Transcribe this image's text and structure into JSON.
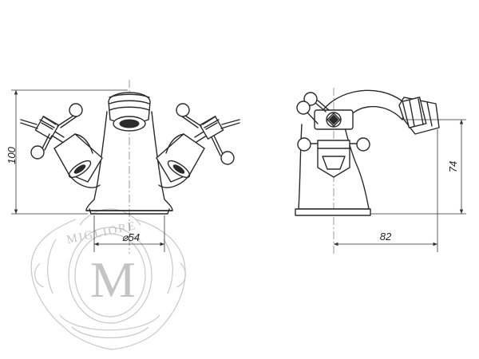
{
  "dimensions": {
    "height_front": "100",
    "base_diameter": "⌀54",
    "height_side": "74",
    "depth_side": "82"
  },
  "watermark": {
    "brand": "MIGLIORE",
    "monogram": "M"
  },
  "colors": {
    "line": "#2a2a2a",
    "watermark": "#c8c8c8"
  }
}
